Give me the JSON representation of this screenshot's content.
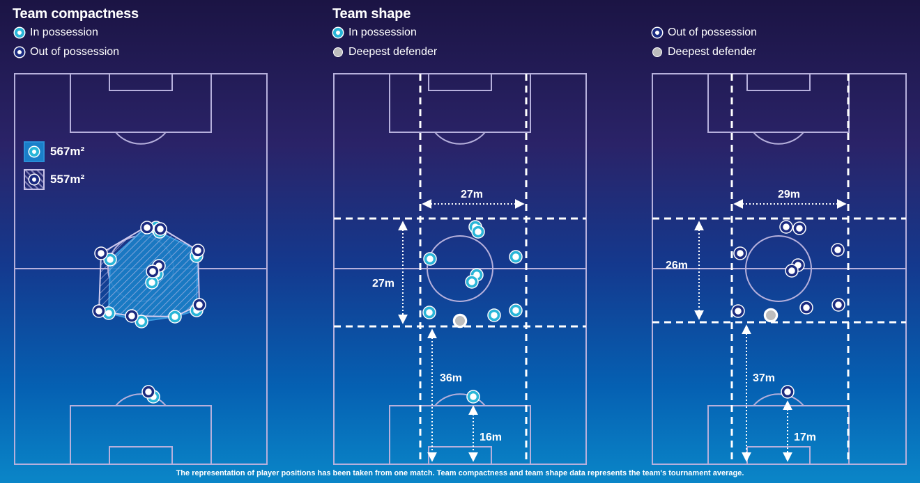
{
  "titles": {
    "compactness": "Team compactness",
    "shape": "Team shape"
  },
  "legend": {
    "in_possession": "In possession",
    "out_of_possession": "Out of possession",
    "deepest_defender": "Deepest defender"
  },
  "areas": {
    "in_possession": "567m²",
    "out_of_possession": "557m²"
  },
  "shape_in": {
    "width": "27m",
    "depth": "27m",
    "deepest_to_goal": "36m",
    "gk_to_goal": "16m"
  },
  "shape_out": {
    "width": "29m",
    "depth": "26m",
    "deepest_to_goal": "37m",
    "gk_to_goal": "17m"
  },
  "footnote": "The representation of player positions has been taken from one match. Team compactness and team shape data represents the team's tournament average.",
  "colors": {
    "in_possession_ring": "#29b6d8",
    "out_of_possession_ring": "#1a2a80",
    "deepest_defender": "#bdbdbd",
    "pitch_lines": "#b6b0dc"
  }
}
